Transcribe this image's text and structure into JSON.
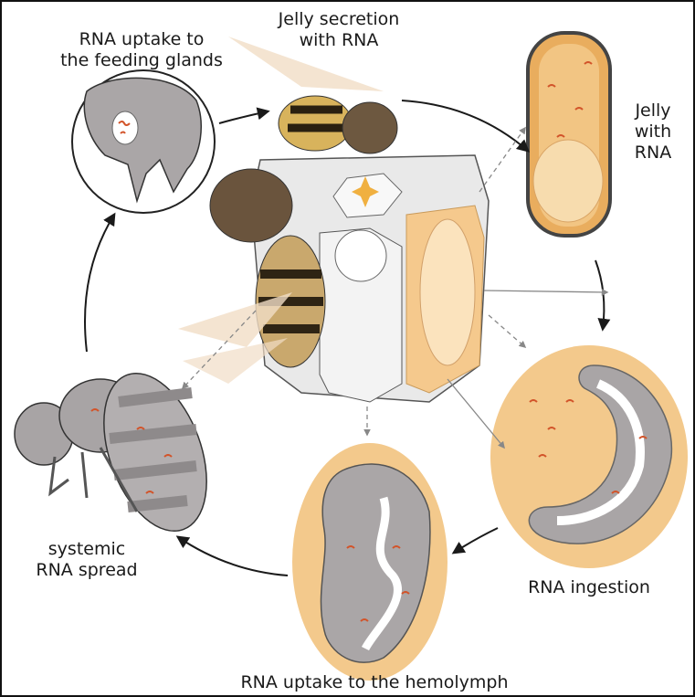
{
  "labels": {
    "uptake_glands_line1": "RNA uptake to",
    "uptake_glands_line2": "the feeding glands",
    "jelly_secretion_line1": "Jelly secretion",
    "jelly_secretion_line2": "with RNA",
    "jelly_with_rna_line1": "Jelly",
    "jelly_with_rna_line2": "with",
    "jelly_with_rna_line3": "RNA",
    "systemic_line1": "systemic",
    "systemic_line2": "RNA spread",
    "ingestion": "RNA ingestion",
    "hemolymph": "RNA uptake to the hemolymph"
  },
  "colors": {
    "rna": "#d2542a",
    "jelly": "#f0c27a",
    "jelly_dark": "#e3a24e",
    "bee_body": "#a7a3a4",
    "outline": "#2b2b2b",
    "comb": "#e6e6e6",
    "background_circle": "#f3c98c"
  }
}
